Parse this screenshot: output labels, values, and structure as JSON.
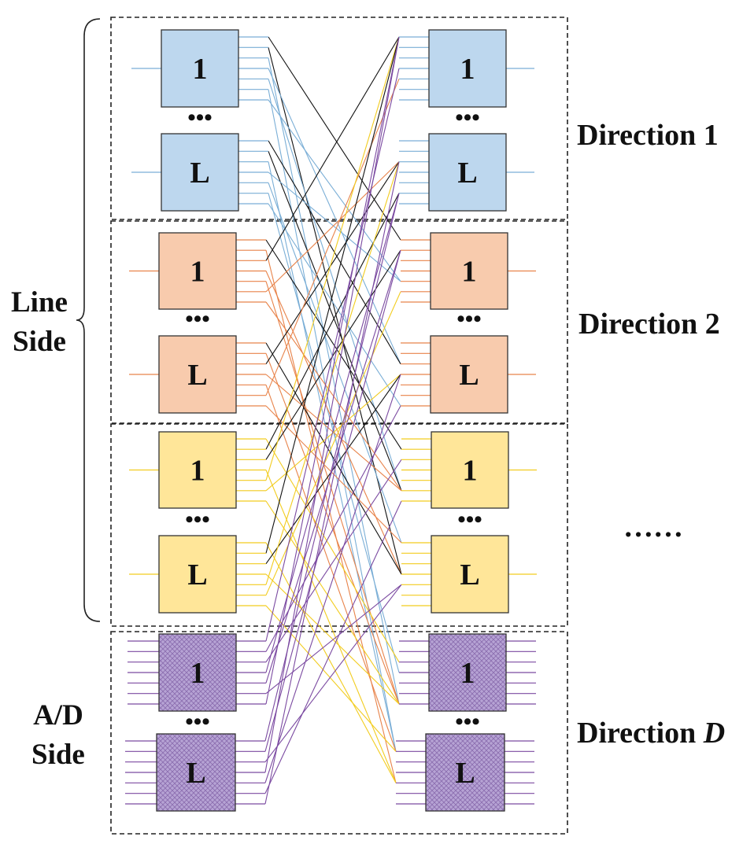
{
  "colors": {
    "direction_1": "#7aaed6",
    "direction_2": "#e8834a",
    "direction_3": "#f2cc1f",
    "direction_D": "#7b4aa1",
    "fill_1": "#bdd7ee",
    "fill_2": "#f8cbad",
    "fill_3": "#ffe699",
    "fill_D": "#b4a7d6",
    "crossconnect": "#111111"
  },
  "node_labels": {
    "first": "1",
    "last": "L",
    "ellipsis": "•••"
  },
  "directions": [
    {
      "label": "Direction 1"
    },
    {
      "label": "Direction 2"
    },
    {
      "label": ""
    },
    {
      "label_prefix": "Direction ",
      "label_var": "D"
    }
  ],
  "more_directions_label": "……",
  "line_side": {
    "line1": "Line",
    "line2": "Side"
  },
  "ad_side": {
    "line1": "A/D",
    "line2": "Side"
  }
}
